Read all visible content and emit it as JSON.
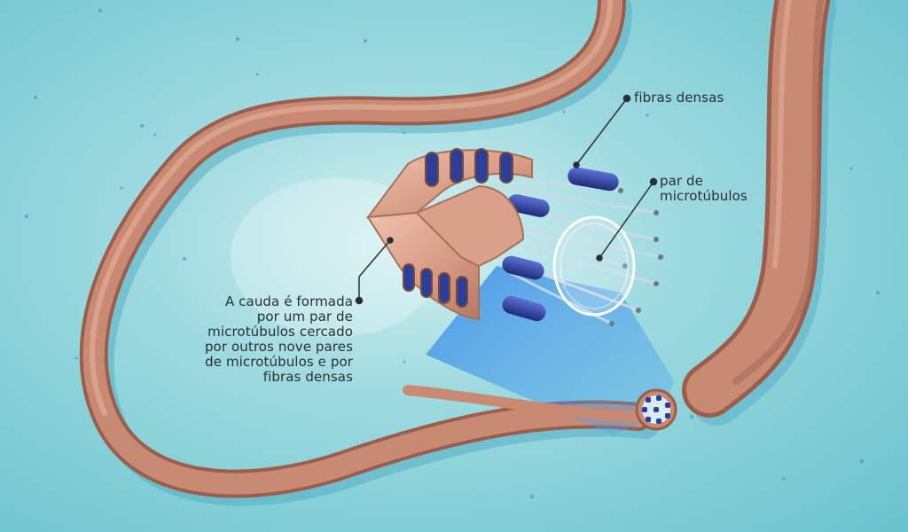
{
  "labels": {
    "dense_fibers": "fibras densas",
    "microtubule_pair": [
      "par de",
      "microtúbulos"
    ],
    "tail_description": [
      "A cauda é formada",
      "por um par de",
      "microtúbulos cercado",
      "por outros nove pares",
      "de microtúbulos e por",
      "fibras densas"
    ]
  },
  "colors": {
    "background": "#8fd3db",
    "tail": "#c98a73",
    "tail_shadow": "#9b5e4c",
    "microtubule": "#2b3f9a",
    "beam": "#2f7fe0",
    "text": "#2b2f33"
  }
}
